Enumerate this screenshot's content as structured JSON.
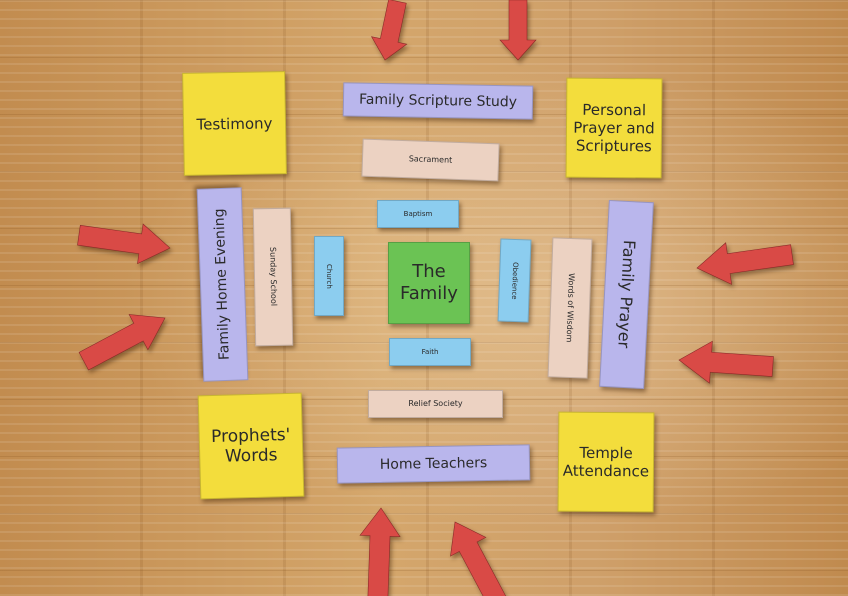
{
  "center": {
    "label": "The Family"
  },
  "corners": {
    "top_left": "Testimony",
    "top_right": "Personal Prayer and Scriptures",
    "bottom_left": "Prophets' Words",
    "bottom_right": "Temple Attendance"
  },
  "sides": {
    "top": "Family Scripture Study",
    "left": "Family Home Evening",
    "right": "Family Prayer",
    "bottom": "Home Teachers"
  },
  "inner_ring": {
    "top": "Sacrament",
    "left": "Sunday School",
    "right": "Words of Wisdom",
    "bottom": "Relief Society"
  },
  "innermost": {
    "top": "Baptism",
    "left": "Church",
    "right": "Obedience",
    "bottom": "Faith"
  },
  "arrows": [
    "",
    "",
    "",
    "",
    "",
    "",
    "",
    "",
    "",
    ""
  ],
  "colors": {
    "corner": "#f3dd3c",
    "side": "#b9b6ec",
    "inner": "#ecd2c2",
    "innermost": "#8ccdef",
    "center": "#6bc354",
    "arrow": "#d94a46",
    "table": "#c9975a"
  }
}
